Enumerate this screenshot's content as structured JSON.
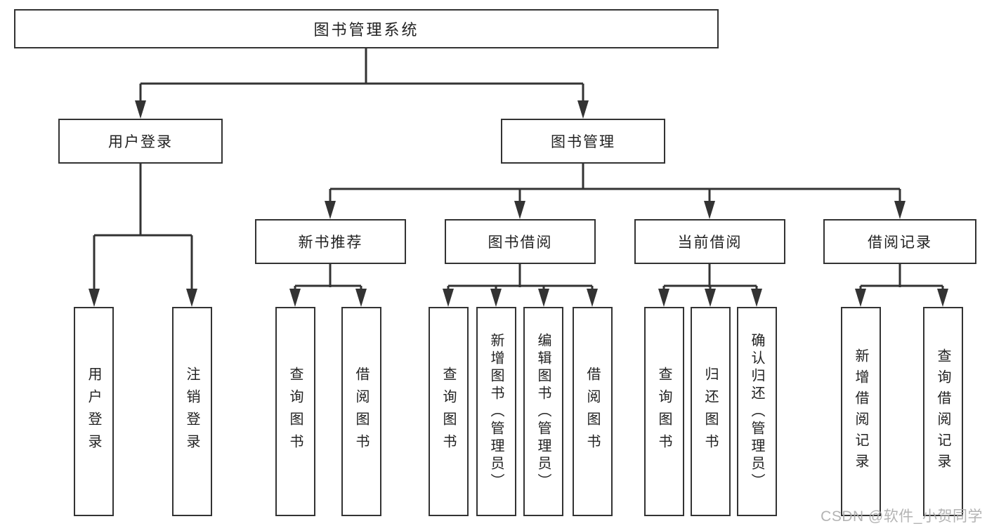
{
  "diagram": {
    "root": "图书管理系统",
    "level2": [
      "用户登录",
      "图书管理"
    ],
    "level3": [
      "新书推荐",
      "图书借阅",
      "当前借阅",
      "借阅记录"
    ],
    "leaves_user_login": [
      "用户登录",
      "注销登录"
    ],
    "leaves_new_book": [
      "查询图书",
      "借阅图书"
    ],
    "leaves_book_borrow": [
      "查询图书",
      "新增图书（管理员）",
      "编辑图书（管理员）",
      "借阅图书"
    ],
    "leaves_current_borrow": [
      "查询图书",
      "归还图书",
      "确认归还（管理员）"
    ],
    "leaves_borrow_record": [
      "新增借阅记录",
      "查询借阅记录"
    ]
  },
  "watermark": {
    "text": "CSDN @软件_小贺同学"
  },
  "colors": {
    "line": "#333333",
    "text": "#222222",
    "box_background": "#ffffff",
    "watermark": "#acacac",
    "page_background": "#ffffff"
  }
}
